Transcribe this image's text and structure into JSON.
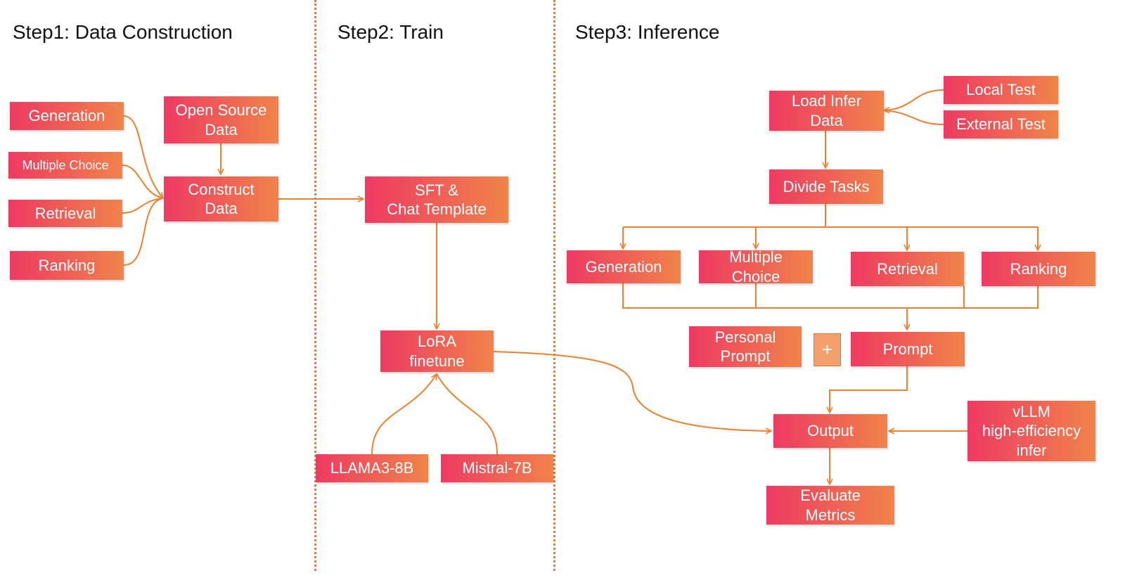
{
  "colors": {
    "accent": "#f0802d",
    "box_start": "#ee3a62",
    "box_end": "#f0834a"
  },
  "steps": {
    "step1": "Step1: Data Construction",
    "step2": "Step2: Train",
    "step3": "Step3: Inference"
  },
  "step1": {
    "generation": "Generation",
    "multiple_choice": "Multiple Choice",
    "retrieval": "Retrieval",
    "ranking": "Ranking",
    "open_source": "Open Source\nData",
    "construct": "Construct\nData"
  },
  "step2": {
    "sft": "SFT &\nChat Template",
    "lora": "LoRA\nfinetune",
    "llama": "LLAMA3-8B",
    "mistral": "Mistral-7B"
  },
  "step3": {
    "load": "Load Infer\nData",
    "local_test": "Local Test",
    "external_test": "External Test",
    "divide": "Divide Tasks",
    "generation": "Generation",
    "multiple_choice": "Multiple\nChoice",
    "retrieval": "Retrieval",
    "ranking": "Ranking",
    "personal_prompt": "Personal\nPrompt",
    "plus": "+",
    "prompt": "Prompt",
    "output": "Output",
    "vllm": "vLLM\nhigh-efficiency\ninfer",
    "evaluate": "Evaluate\nMetrics"
  }
}
